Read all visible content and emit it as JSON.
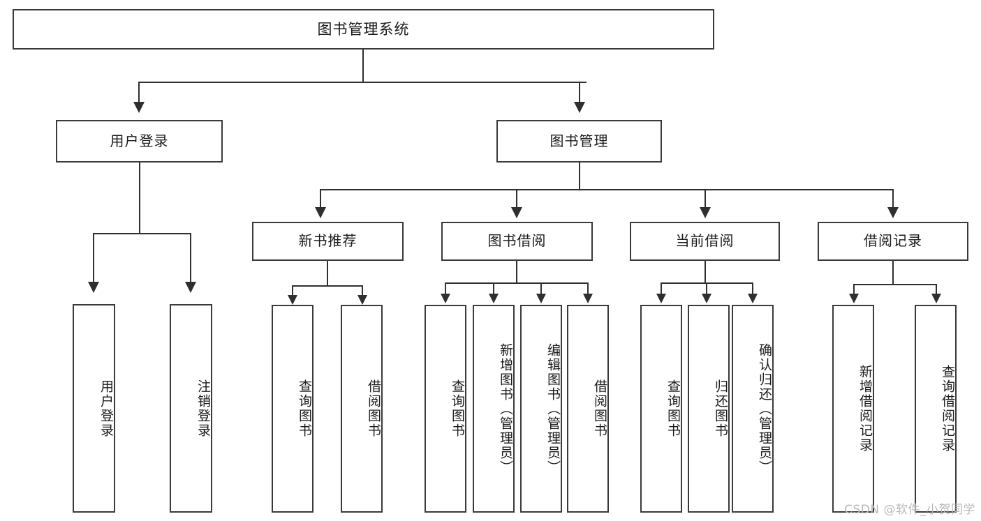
{
  "diagram": {
    "type": "tree-hierarchy",
    "title": "图书管理系统",
    "watermark": "CSDN @软件_小贺同学",
    "colors": {
      "background": "#ffffff",
      "stroke": "#3a3a3a",
      "connector": "#2f2f2f",
      "text": "#1b1b1b",
      "watermark": "#b9b9b9"
    },
    "root": {
      "label": "图书管理系统"
    },
    "level2": [
      {
        "label": "用户登录"
      },
      {
        "label": "图书管理"
      }
    ],
    "level3": [
      {
        "label": "新书推荐"
      },
      {
        "label": "图书借阅"
      },
      {
        "label": "当前借阅"
      },
      {
        "label": "借阅记录"
      }
    ],
    "leaves": {
      "user_login": [
        {
          "label": "用户登录"
        },
        {
          "label": "注销登录"
        }
      ],
      "new_book_recommend": [
        {
          "label": "查询图书"
        },
        {
          "label": "借阅图书"
        }
      ],
      "book_borrow": [
        {
          "label": "查询图书"
        },
        {
          "label": "新增图书（管理员）"
        },
        {
          "label": "编辑图书（管理员）"
        },
        {
          "label": "借阅图书"
        }
      ],
      "current_borrow": [
        {
          "label": "查询图书"
        },
        {
          "label": "归还图书"
        },
        {
          "label": "确认归还（管理员）"
        }
      ],
      "borrow_record": [
        {
          "label": "新增借阅记录"
        },
        {
          "label": "查询借阅记录"
        }
      ]
    }
  }
}
